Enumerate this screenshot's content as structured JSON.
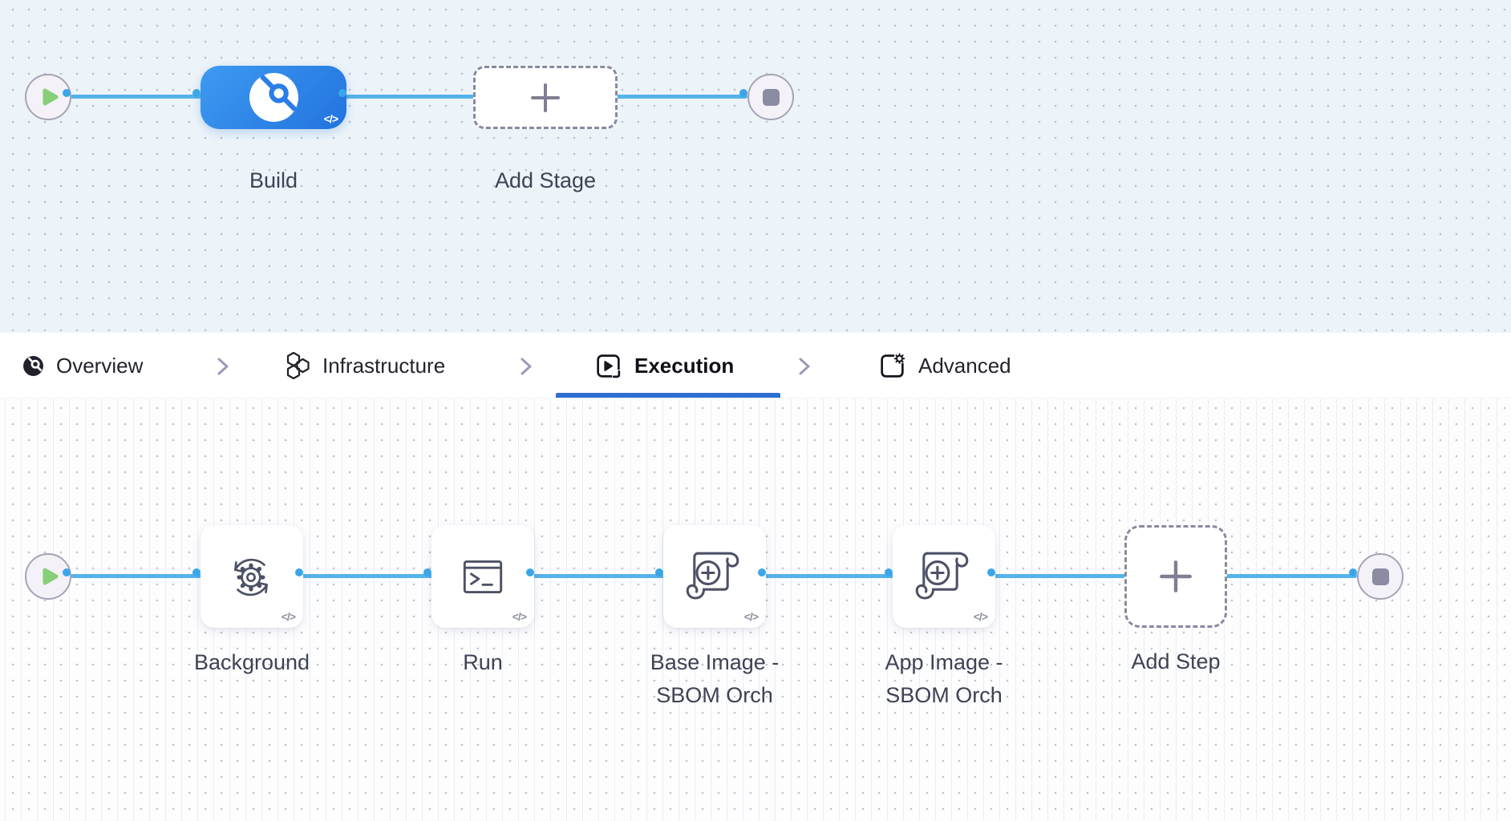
{
  "badges": {
    "code": "</>"
  },
  "colors": {
    "connector": "#55b3ec",
    "port_ring": "#3aa6e9",
    "stage_gradient_start": "#3f9af1",
    "stage_gradient_end": "#2173de",
    "active_tab_underline": "#2e6ed2",
    "canvas_top_background": "#edf4f9",
    "canvas_bottom_background": "#fdfdfe",
    "node_circle_background": "#f4f2f8",
    "play_green": "#87cf78",
    "stop_gray": "#8b8ba2",
    "label_text": "#3e4254",
    "icon_stroke": "#4d5166"
  },
  "stage_canvas": {
    "build_label": "Build",
    "add_stage_label": "Add Stage"
  },
  "tabs": {
    "items": [
      {
        "label": "Overview",
        "active": false
      },
      {
        "label": "Infrastructure",
        "active": false
      },
      {
        "label": "Execution",
        "active": true
      },
      {
        "label": "Advanced",
        "active": false
      }
    ]
  },
  "step_canvas": {
    "background_label": "Background",
    "run_label": "Run",
    "base_image_line1": "Base Image -",
    "base_image_line2": "SBOM Orch",
    "app_image_line1": "App Image -",
    "app_image_line2": "SBOM Orch",
    "add_step_label": "Add Step"
  }
}
